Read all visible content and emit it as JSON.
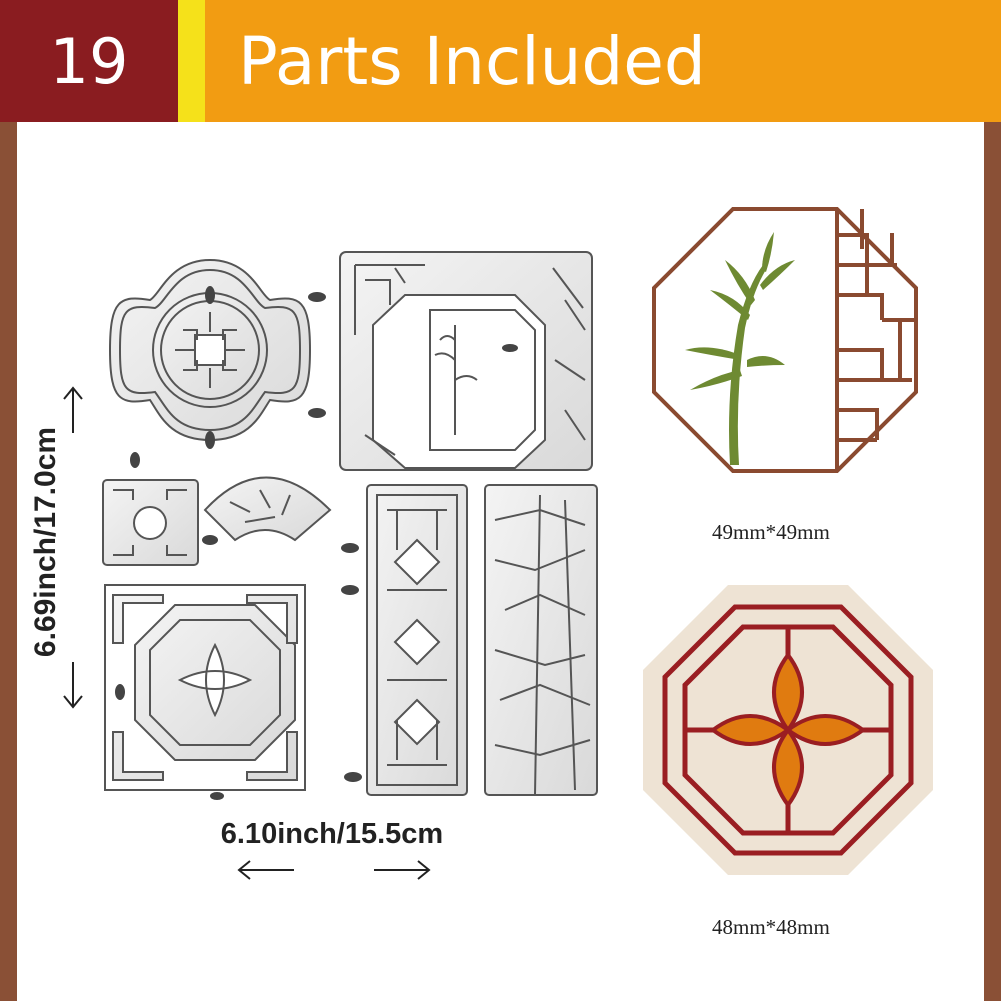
{
  "header": {
    "count": "19",
    "title": "Parts Included"
  },
  "dimensions": {
    "height_label": "6.69inch/17.0cm",
    "width_label": "6.10inch/15.5cm"
  },
  "samples": [
    {
      "size_label": "49mm*49mm"
    },
    {
      "size_label": "48mm*48mm"
    }
  ],
  "colors": {
    "header_orange": "#f29c12",
    "count_box": "#8a1c20",
    "stripe_yellow": "#f5e11a",
    "side_bar_brown": "#8a5036",
    "frame_brown": "#8a4a30",
    "bamboo_green": "#6e8a32",
    "petal_orange": "#e07b10",
    "window_red": "#9a1e22",
    "sample_bg_beige": "#eee3d4"
  },
  "icons": {
    "arrow_left": "arrow-left-icon",
    "arrow_right": "arrow-right-icon",
    "arrow_up": "arrow-up-icon",
    "arrow_down": "arrow-down-icon"
  }
}
